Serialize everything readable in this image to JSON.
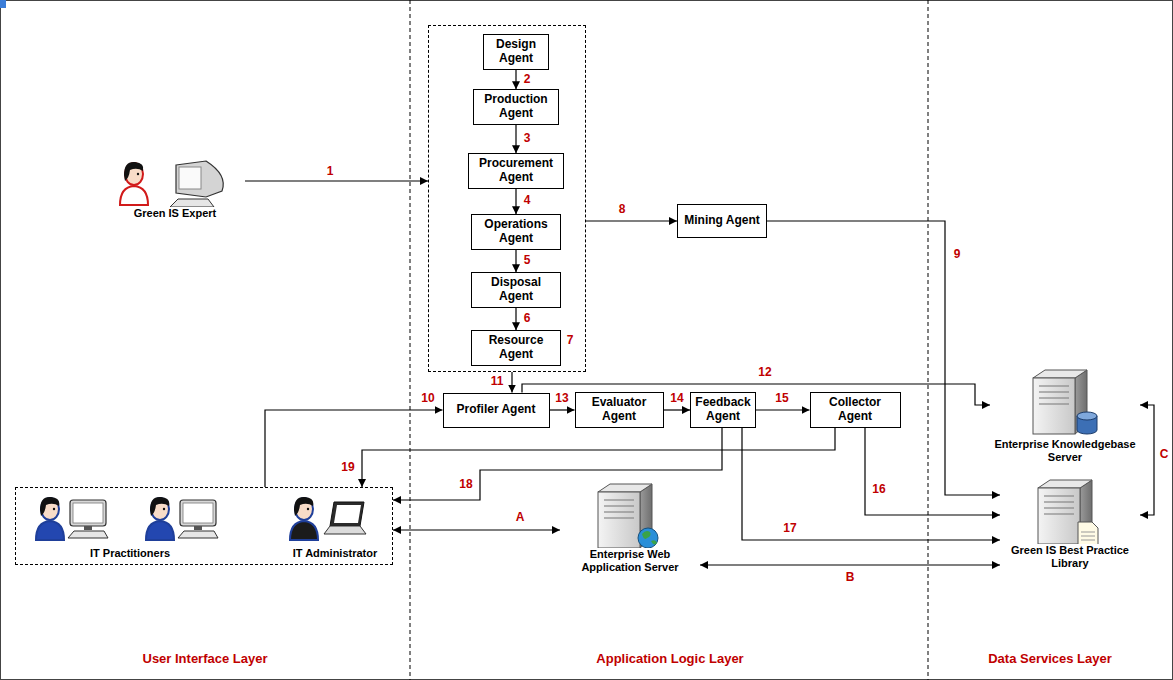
{
  "diagram": {
    "nodes": [
      {
        "text": [
          "Green IS Expert"
        ]
      },
      {
        "text": [
          "7"
        ]
      },
      {
        "text": [
          "Design Agent"
        ],
        "in": 1
      },
      {
        "text": [
          "Production Agent"
        ],
        "in": 1
      },
      {
        "text": [
          "Procurement Agent"
        ],
        "in": 1
      },
      {
        "text": [
          "Operations Agent"
        ],
        "in": 1
      },
      {
        "text": [
          "Disposal Agent"
        ],
        "in": 1
      },
      {
        "text": [
          "Resource Agent"
        ],
        "in": 1
      },
      {
        "text": [
          "Mining Agent"
        ]
      },
      {
        "text": [
          "Profiler Agent"
        ]
      },
      {
        "text": [
          "Evaluator Agent"
        ]
      },
      {
        "text": [
          "Feedback Agent"
        ]
      },
      {
        "text": [
          "Collector Agent"
        ]
      },
      {
        "text": [
          "Enterprise Knowledgebase Server"
        ]
      },
      {
        "text": [
          "IT Practitioners",
          "IT Administrator"
        ]
      },
      {
        "text": [
          "Enterprise Web Application Server"
        ]
      },
      {
        "text": [
          "Green IS Best Practice Library"
        ]
      }
    ],
    "edges": [
      {
        "from": 0,
        "to": 1,
        "arrow": "to",
        "label": "1"
      },
      {
        "from": 2,
        "to": 3,
        "arrow": "to",
        "label": "2"
      },
      {
        "from": 3,
        "to": 4,
        "arrow": "to",
        "label": "3"
      },
      {
        "from": 4,
        "to": 5,
        "arrow": "to",
        "label": "4"
      },
      {
        "from": 5,
        "to": 6,
        "arrow": "to",
        "label": "5"
      },
      {
        "from": 6,
        "to": 7,
        "arrow": "to",
        "label": "6"
      },
      {
        "from": 1,
        "to": 8,
        "arrow": "to",
        "label": "8"
      },
      {
        "from": 8,
        "to": 16,
        "arrow": "to",
        "label": "9"
      },
      {
        "from": 14,
        "to": 9,
        "arrow": "to",
        "label": "10"
      },
      {
        "from": 1,
        "to": 9,
        "arrow": "to",
        "label": "11"
      },
      {
        "from": 9,
        "to": 13,
        "arrow": "to",
        "label": "12"
      },
      {
        "from": 9,
        "to": 10,
        "arrow": "to",
        "label": "13"
      },
      {
        "from": 10,
        "to": 11,
        "arrow": "to",
        "label": "14"
      },
      {
        "from": 11,
        "to": 12,
        "arrow": "to",
        "label": "15"
      },
      {
        "from": 12,
        "to": 16,
        "arrow": "to",
        "label": "16"
      },
      {
        "from": 11,
        "to": 16,
        "arrow": "to",
        "label": "17"
      },
      {
        "from": 11,
        "to": 14,
        "arrow": "to",
        "label": "18"
      },
      {
        "from": 12,
        "to": 14,
        "arrow": "to",
        "label": "19"
      },
      {
        "from": 14,
        "to": 15,
        "arrow": "both",
        "label": "A"
      },
      {
        "from": 15,
        "to": 16,
        "arrow": "both",
        "label": "B"
      },
      {
        "from": 13,
        "to": 16,
        "arrow": "both",
        "label": "C"
      }
    ],
    "labels": [
      "User Interface Layer",
      "Application Logic Layer",
      "Data Services Layer"
    ]
  }
}
